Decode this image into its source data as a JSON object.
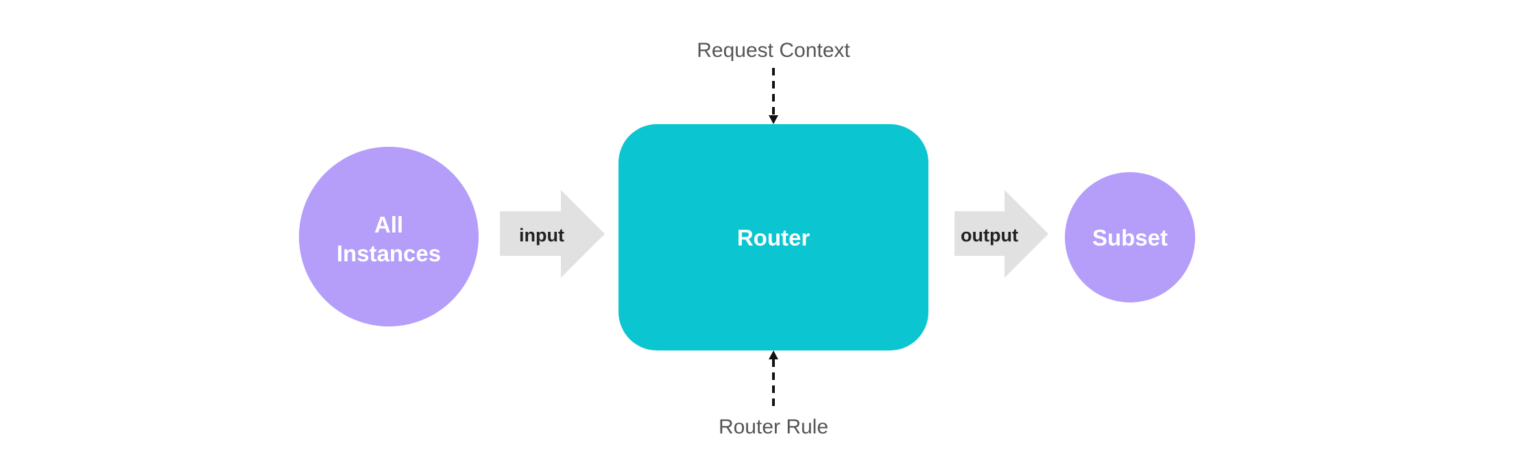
{
  "diagram": {
    "nodes": {
      "all_instances": {
        "line1": "All",
        "line2": "Instances"
      },
      "router": {
        "label": "Router"
      },
      "subset": {
        "label": "Subset"
      }
    },
    "arrows": {
      "input": {
        "label": "input"
      },
      "output": {
        "label": "output"
      }
    },
    "context": {
      "request_context": "Request Context",
      "router_rule": "Router Rule"
    }
  },
  "colors": {
    "circle_fill": "#b59dfa",
    "router_fill": "#0bc5d1",
    "arrow_fill": "#e1e1e1",
    "node_text": "#ffffff",
    "arrow_text": "#222222",
    "context_text": "#555555",
    "dashed_line": "#111111"
  }
}
